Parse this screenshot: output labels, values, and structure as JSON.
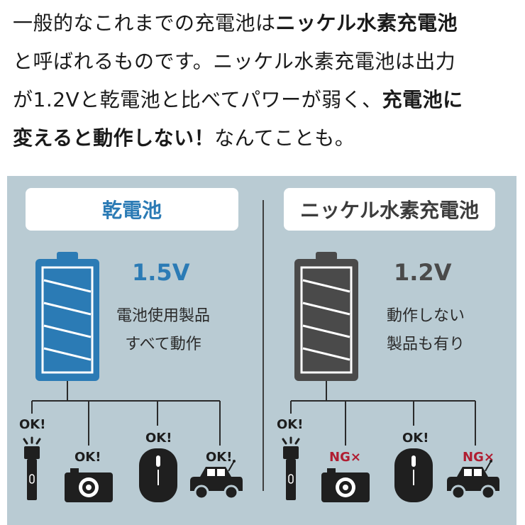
{
  "intro": {
    "line1_a": "一般的なこれまでの充電池は",
    "line1_b": "ニッケル水素充電池",
    "line2": "と呼ばれるものです。ニッケル水素充電池は出力",
    "line3_a": "が1.2Vと乾電池と比べてパワーが弱く、",
    "line3_b": "充電池に",
    "line4_a": "変えると動作しない！",
    "line4_b": "なんてことも。"
  },
  "left": {
    "label": "乾電池",
    "voltage": "1.5V",
    "desc_line1": "電池使用製品",
    "desc_line2": "すべて動作",
    "badges": [
      "OK!",
      "OK!",
      "OK!",
      "OK!"
    ],
    "icons": [
      "flashlight-icon",
      "camera-icon",
      "mouse-icon",
      "car-icon"
    ]
  },
  "right": {
    "label": "ニッケル水素充電池",
    "voltage": "1.2V",
    "desc_line1": "動作しない",
    "desc_line2": "製品も有り",
    "badges": [
      "OK!",
      "NG×",
      "OK!",
      "NG×"
    ],
    "icons": [
      "flashlight-icon",
      "camera-icon",
      "mouse-icon",
      "car-icon"
    ]
  },
  "colors": {
    "panel_bg": "#b9cbd3",
    "dry_battery": "#2b7bb5",
    "nimh_battery": "#4a4a4a",
    "ng_red": "#b01d31"
  }
}
